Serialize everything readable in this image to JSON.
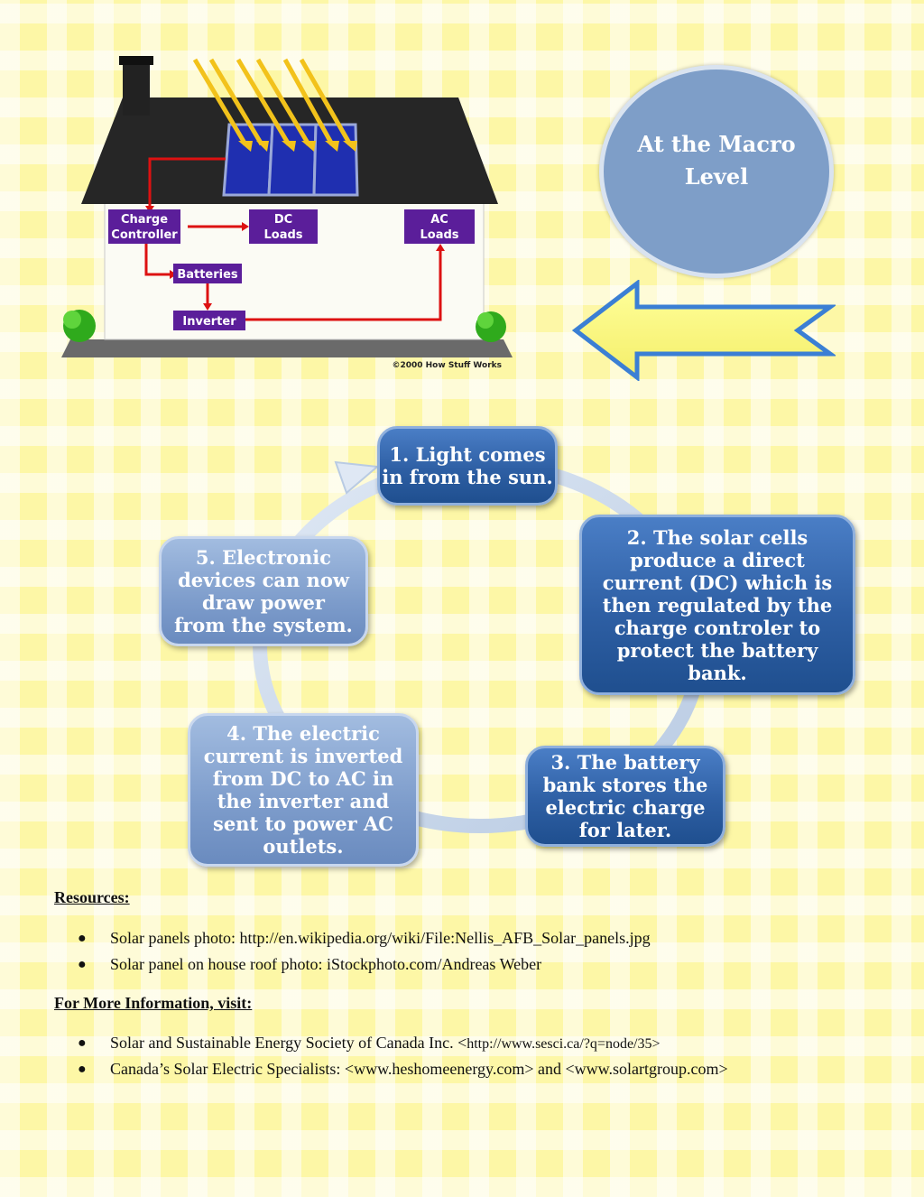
{
  "house": {
    "labels": {
      "charge_controller_1": "Charge",
      "charge_controller_2": "Controller",
      "dc_loads_1": "DC",
      "dc_loads_2": "Loads",
      "ac_loads_1": "AC",
      "ac_loads_2": "Loads",
      "batteries": "Batteries",
      "inverter": "Inverter"
    },
    "copyright": "©2000 How Stuff Works",
    "colors": {
      "roof": "#262626",
      "wall": "#fbfbf4",
      "label_bg": "#5b1e9a",
      "wire": "#dd1111"
    }
  },
  "macro": {
    "text": "At the Macro Level",
    "arrow_icon": "left-arrow-icon"
  },
  "cycle": {
    "steps": [
      "1. Light comes in from the sun.",
      "2. The solar cells produce a direct current (DC) which is then regulated by the charge controler to protect the battery bank.",
      "3. The battery bank stores the electric charge for later.",
      "4. The electric current is inverted from DC to AC in the inverter and sent to power AC outlets.",
      "5. Electronic devices can now draw power from the system."
    ]
  },
  "resources": {
    "heading": "Resources:",
    "items": [
      "Solar panels photo: http://en.wikipedia.org/wiki/File:Nellis_AFB_Solar_panels.jpg",
      "Solar panel on house roof photo: iStockphoto.com/Andreas Weber"
    ]
  },
  "more_info": {
    "heading": "For More Information, visit:",
    "item1_text": "Solar and Sustainable Energy Society of Canada Inc. <",
    "item1_url": "http://www.sesci.ca/?q=node/35>",
    "item2": "Canada’s Solar Electric Specialists: <www.heshomeenergy.com> and <www.solartgroup.com>"
  },
  "bullet": "●"
}
